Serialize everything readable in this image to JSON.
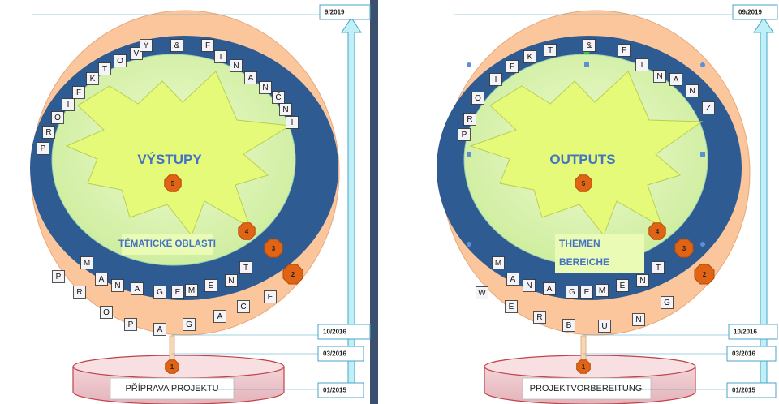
{
  "left": {
    "title": "VÝSTUPY",
    "subtitle_lines": [
      "TÉMATICKÉ OBLASTI"
    ],
    "base_label": "PŘÍPRAVA PROJEKTU",
    "dates": {
      "top": "9/2019",
      "mid": "10/2016",
      "low": "03/2016",
      "bottom": "01/2015"
    },
    "top_arc_letters": [
      "P",
      "R",
      "O",
      "I",
      "F",
      "K",
      "T",
      "O",
      "V",
      "Ý",
      "&",
      "F",
      "I",
      "N",
      "A",
      "N",
      "Č",
      "N",
      "Í"
    ],
    "inner_bottom_letters": [
      "M",
      "A",
      "N",
      "A",
      "G",
      "E",
      "M",
      "E",
      "N",
      "T"
    ],
    "outer_bottom_letters": [
      "P",
      "R",
      "O",
      "P",
      "A",
      "G",
      "A",
      "C",
      "E"
    ]
  },
  "right": {
    "title": "OUTPUTS",
    "subtitle_lines": [
      "THEMEN",
      "BEREICHE"
    ],
    "base_label": "PROJEKTVORBEREITUNG",
    "dates": {
      "top": "09/2019",
      "mid": "10/2016",
      "low": "03/2016",
      "bottom": "01/2015"
    },
    "top_arc_letters": [
      "P",
      "R",
      "O",
      "I",
      "F",
      "K",
      "T",
      "&",
      "F",
      "I",
      "N",
      "A",
      "N",
      "Z"
    ],
    "inner_bottom_letters": [
      "M",
      "A",
      "N",
      "A",
      "G",
      "E",
      "M",
      "E",
      "N",
      "T"
    ],
    "outer_bottom_letters": [
      "W",
      "E",
      "R",
      "B",
      "U",
      "N",
      "G"
    ]
  },
  "badges": [
    "1",
    "2",
    "3",
    "4",
    "5"
  ],
  "colors": {
    "outer_ring": "#fbc69b",
    "mid_ring": "#2f5b93",
    "inner_disk": "#d9f0a8",
    "star": "#e6fa7a",
    "title_text": "#4472c4",
    "badge": "#e06414",
    "arrow": "#bfeff7",
    "divider": "#3b506e"
  },
  "icons": [
    "up-arrow-icon",
    "octagon-badge-icon",
    "cylinder-base-icon"
  ]
}
